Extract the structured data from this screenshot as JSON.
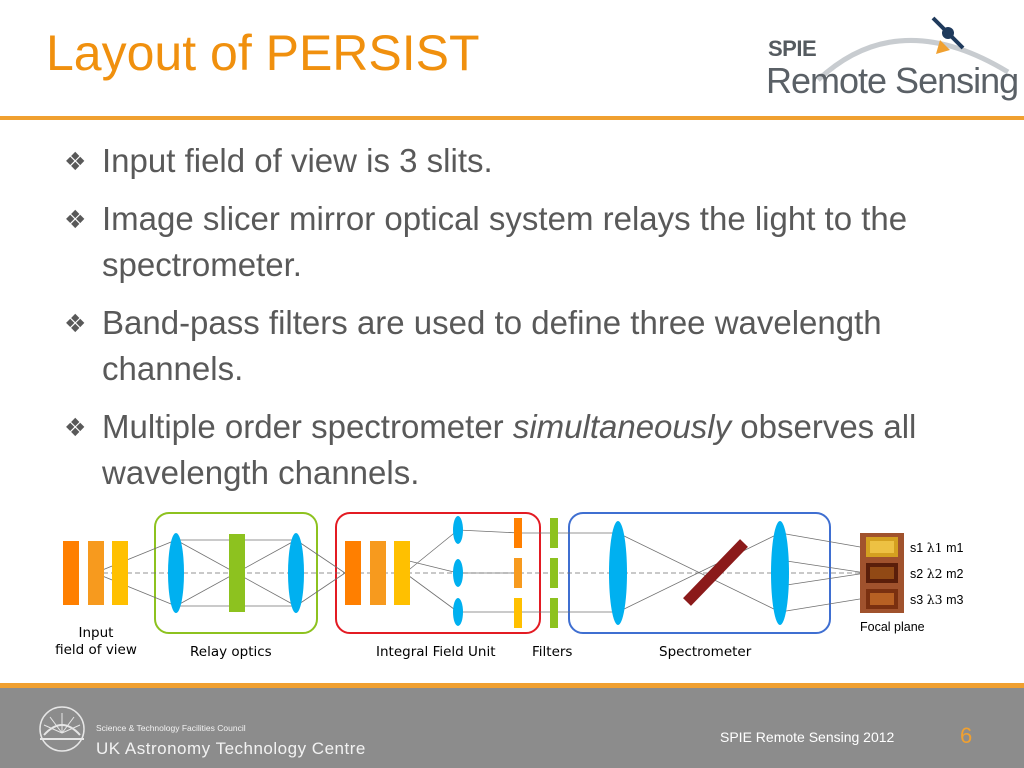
{
  "slide": {
    "title": "Layout of PERSIST",
    "logo": {
      "brand": "SPIE",
      "name": "Remote Sensing",
      "icon": "satellite-icon"
    },
    "bullets": [
      {
        "text": "Input field of view is 3 slits."
      },
      {
        "text": "Image slicer mirror optical system relays the light to the spectrometer."
      },
      {
        "text": "Band-pass filters are used to define three wavelength channels."
      },
      {
        "pre": "Multiple order spectrometer ",
        "em": "simultaneously",
        "post": " observes all wavelength channels."
      }
    ],
    "bullet_icon": "diamond-bullet-icon"
  },
  "diagram": {
    "labels": {
      "input": "Input\nfield of view",
      "relay": "Relay optics",
      "ifu": "Integral Field Unit",
      "filters": "Filters",
      "spectrometer": "Spectrometer",
      "focal": "Focal plane"
    },
    "slits": [
      {
        "s": "s1",
        "lambda": "λ1",
        "m": "m1"
      },
      {
        "s": "s2",
        "lambda": "λ2",
        "m": "m2"
      },
      {
        "s": "s3",
        "lambda": "λ3",
        "m": "m3"
      }
    ],
    "colors": {
      "orange": "#FF7F00",
      "amber": "#F79A1E",
      "yellow": "#FFC000",
      "cyan": "#00B0F0",
      "green": "#8DC21F",
      "red": "#E31B23",
      "blue": "#3F6FD1",
      "maroon": "#8B1A1A"
    }
  },
  "footer": {
    "org_small": "Science & Technology Facilities Council",
    "org": "UK Astronomy Technology Centre",
    "conference": "SPIE Remote Sensing 2012",
    "page": "6",
    "logo_icon": "stfc-sunburst-icon"
  }
}
